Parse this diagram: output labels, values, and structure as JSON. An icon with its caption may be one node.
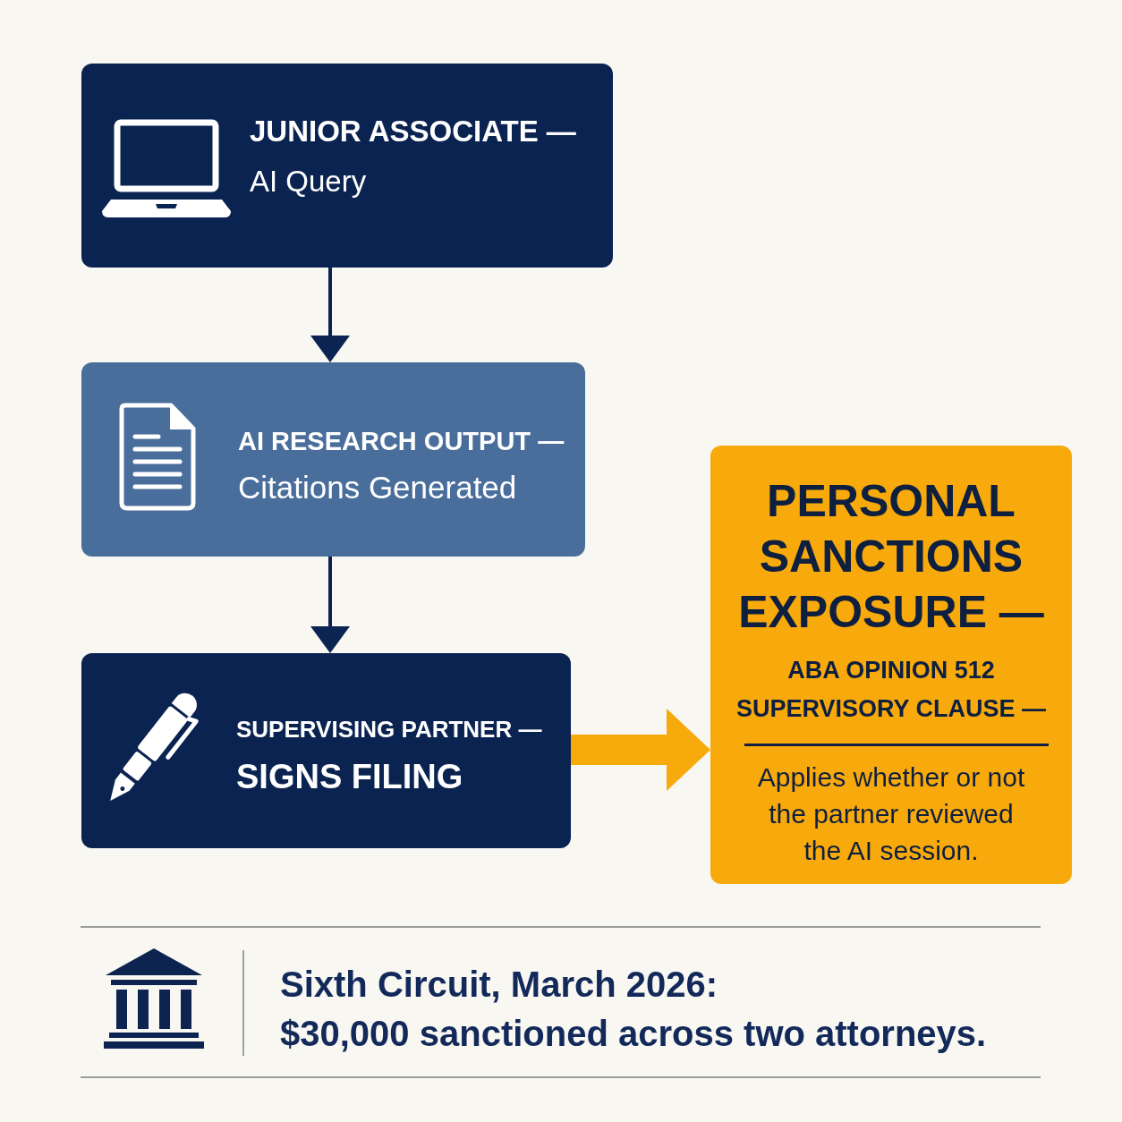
{
  "diagram": {
    "nodes": [
      {
        "text": [
          "JUNIOR ASSOCIATE —",
          "AI Query"
        ]
      },
      {
        "text": [
          "AI RESEARCH OUTPUT —",
          "Citations Generated"
        ]
      },
      {
        "text": [
          "SUPERVISING PARTNER —",
          "SIGNS FILING"
        ]
      },
      {
        "text": [
          "PERSONAL SANCTIONS EXPOSURE —",
          "ABA OPINION 512 SUPERVISORY CLAUSE —",
          "Applies whether or not the partner reviewed the AI session."
        ]
      }
    ],
    "edges": [
      {
        "from": 0,
        "to": 1,
        "arrow": "to"
      },
      {
        "from": 1,
        "to": 2,
        "arrow": "to"
      },
      {
        "from": 2,
        "to": 3,
        "arrow": "to",
        "style": "thick",
        "color": "#f7aa0c"
      }
    ],
    "labels": [
      "Sixth Circuit, March 2026:",
      "$30,000 sanctioned across two attorneys."
    ]
  }
}
